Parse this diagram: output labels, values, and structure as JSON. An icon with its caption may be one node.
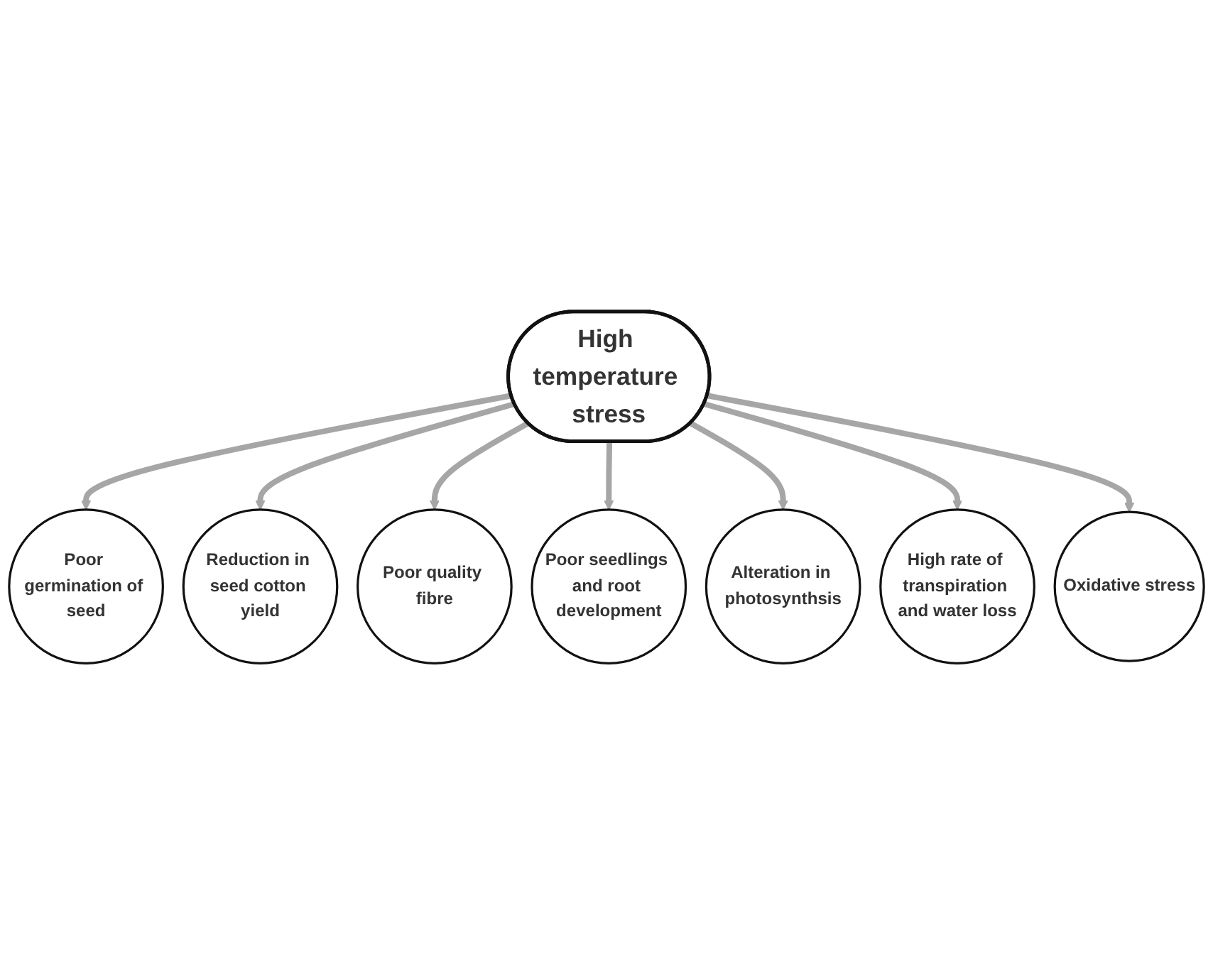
{
  "diagram": {
    "nodes": [
      {
        "text": [
          "High temperature stress"
        ]
      },
      {
        "text": [
          "Poor germination of seed"
        ]
      },
      {
        "text": [
          "Reduction in seed cotton yield"
        ]
      },
      {
        "text": [
          "Poor quality fibre"
        ]
      },
      {
        "text": [
          "Poor seedlings and root development"
        ]
      },
      {
        "text": [
          "Alteration in photosynthsis"
        ]
      },
      {
        "text": [
          "High rate of transpiration and water loss"
        ]
      },
      {
        "text": [
          "Oxidative stress"
        ]
      }
    ],
    "edges": [
      {
        "from": 0,
        "to": 1,
        "arrow": "to"
      },
      {
        "from": 0,
        "to": 2,
        "arrow": "to"
      },
      {
        "from": 0,
        "to": 3,
        "arrow": "to"
      },
      {
        "from": 0,
        "to": 4,
        "arrow": "to"
      },
      {
        "from": 0,
        "to": 5,
        "arrow": "to"
      },
      {
        "from": 0,
        "to": 6,
        "arrow": "to"
      },
      {
        "from": 0,
        "to": 7,
        "arrow": "to"
      }
    ]
  }
}
